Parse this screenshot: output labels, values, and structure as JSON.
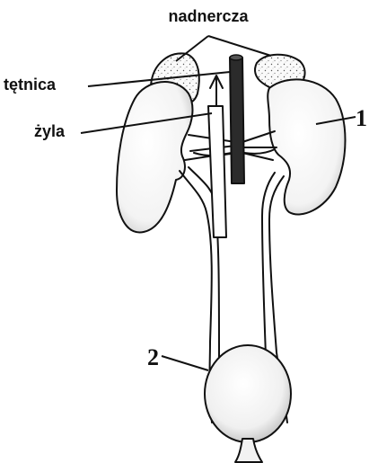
{
  "labels": {
    "adrenal_glands": "nadnercza",
    "artery": "tętnica",
    "vein": "żyla",
    "kidney_number": "1",
    "bladder_number": "2"
  },
  "colors": {
    "ink": "#111111",
    "organ_fill": "#f2f2f2",
    "artery_fill": "#2b2b2b",
    "vein_fill": "#ffffff"
  }
}
